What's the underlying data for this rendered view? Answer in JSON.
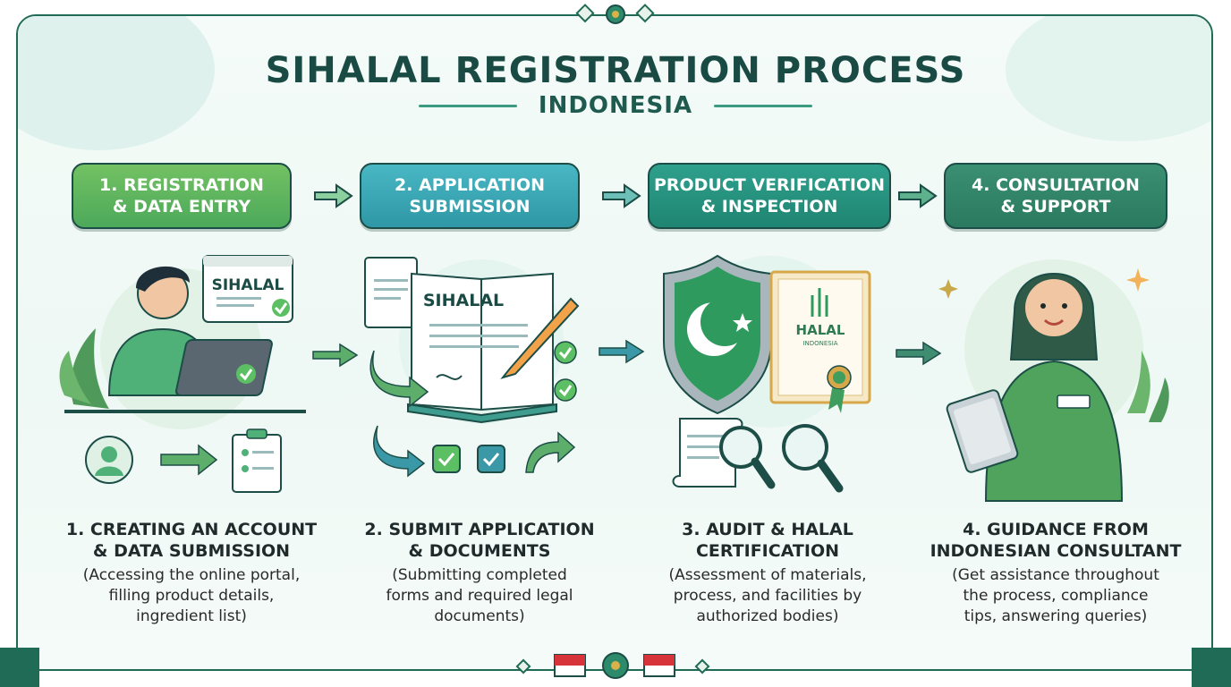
{
  "header": {
    "title": "SIHALAL REGISTRATION PROCESS",
    "subtitle": "INDONESIA"
  },
  "steps": [
    {
      "line1": "1. REGISTRATION",
      "line2": "& DATA ENTRY",
      "color": "#5cb55e"
    },
    {
      "line1": "2. APPLICATION",
      "line2": "SUBMISSION",
      "color": "#36a3b2"
    },
    {
      "line1": "PRODUCT VERIFICATION",
      "line2": "& INSPECTION",
      "color": "#25917d"
    },
    {
      "line1": "4. CONSULTATION",
      "line2": "& SUPPORT",
      "color": "#327f66"
    }
  ],
  "illustrations": {
    "screen_label": "SIHALAL",
    "book_label": "SIHALAL",
    "certificate_title": "HALAL",
    "certificate_sub": "INDONESIA"
  },
  "captions": [
    {
      "title1": "1. CREATING AN ACCOUNT",
      "title2": "& DATA SUBMISSION",
      "d1": "(Accessing the online portal,",
      "d2": "filling product details,",
      "d3": "ingredient list)"
    },
    {
      "title1": "2. SUBMIT APPLICATION",
      "title2": "& DOCUMENTS",
      "d1": "(Submitting completed",
      "d2": "forms and required legal",
      "d3": "documents)"
    },
    {
      "title1": "3. AUDIT & HALAL",
      "title2": "CERTIFICATION",
      "d1": "(Assessment of materials,",
      "d2": "process, and facilities by",
      "d3": "authorized bodies)"
    },
    {
      "title1": "4. GUIDANCE FROM",
      "title2": "INDONESIAN CONSULTANT",
      "d1": "(Get assistance throughout",
      "d2": "the process, compliance",
      "d3": "tips, answering queries)"
    }
  ],
  "colors": {
    "frame": "#1f6b55",
    "accent": "#3a9b80",
    "title": "#1a4a44"
  }
}
